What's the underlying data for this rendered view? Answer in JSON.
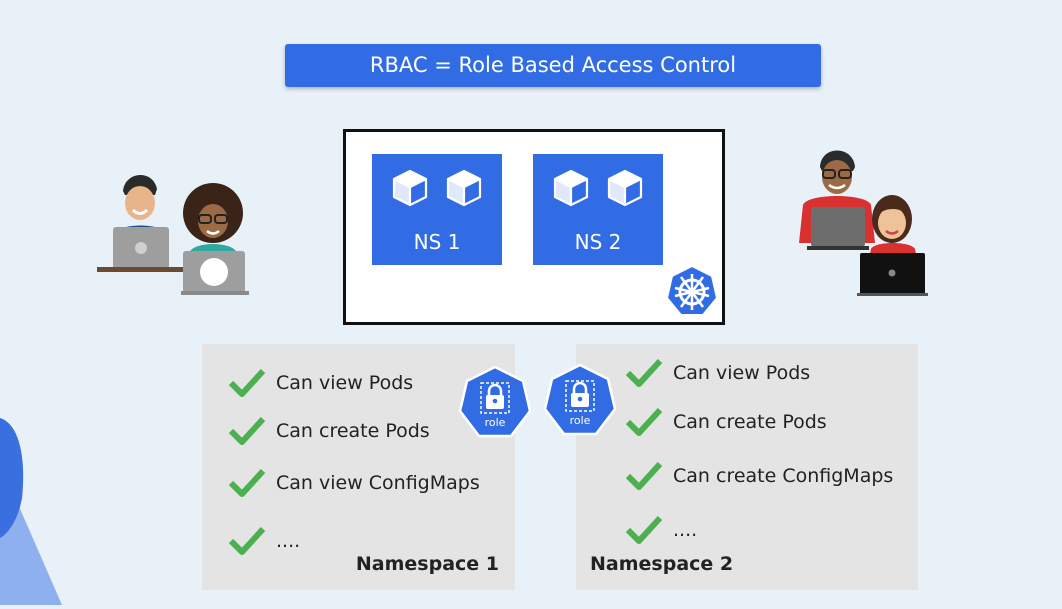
{
  "title": "RBAC = Role Based Access Control",
  "colors": {
    "accent": "#326ce5",
    "check": "#4caf50",
    "panel": "#e4e4e4",
    "background": "#e8f0f8"
  },
  "cluster": {
    "namespaces": [
      {
        "label": "NS 1",
        "icons": [
          "cube-icon",
          "cube-icon"
        ]
      },
      {
        "label": "NS 2",
        "icons": [
          "cube-icon",
          "cube-icon"
        ]
      }
    ],
    "logo": "kubernetes-helm-icon"
  },
  "roles": [
    {
      "badge": "role",
      "caption": "Namespace 1",
      "permissions": [
        "Can view Pods",
        "Can create Pods",
        "Can view ConfigMaps",
        "...."
      ]
    },
    {
      "badge": "role",
      "caption": "Namespace 2",
      "permissions": [
        "Can view Pods",
        "Can create Pods",
        "Can create ConfigMaps",
        "...."
      ]
    }
  ]
}
